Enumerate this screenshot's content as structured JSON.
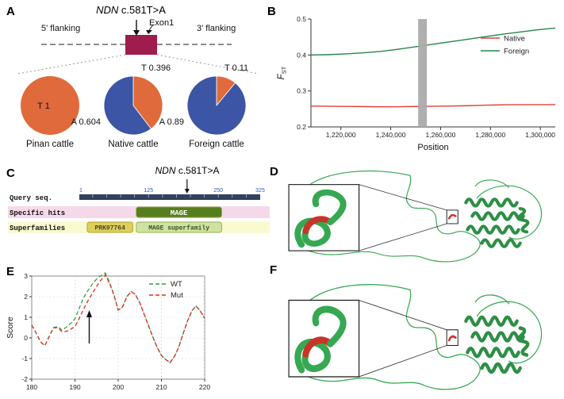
{
  "panels": {
    "A": "A",
    "B": "B",
    "C": "C",
    "D": "D",
    "E": "E",
    "F": "F"
  },
  "mutation": {
    "gene": "NDN",
    "rest": " c.581T>A"
  },
  "panelA": {
    "flank5": "5' flanking",
    "flank3": "3' flanking",
    "exon_label": "Exon1",
    "exon_color": "#9E1C4E",
    "allele_colors": {
      "T": "#E06A3B",
      "A": "#3C55A4"
    },
    "pies": [
      {
        "caption": "Pinan cattle",
        "slices": [
          {
            "allele": "T",
            "freq": "1",
            "value": 1.0
          }
        ]
      },
      {
        "caption": "Native cattle",
        "slices": [
          {
            "allele": "T",
            "freq": "0.396",
            "value": 0.396
          },
          {
            "allele": "A",
            "freq": "0.604",
            "value": 0.604
          }
        ]
      },
      {
        "caption": "Foreign cattle",
        "slices": [
          {
            "allele": "T",
            "freq": "0.11",
            "value": 0.11
          },
          {
            "allele": "A",
            "freq": "0.89",
            "value": 0.89
          }
        ]
      }
    ]
  },
  "chart_data": [
    {
      "id": "fst_scan",
      "type": "line",
      "xlabel": "Position",
      "ylabel_main": "F",
      "ylabel_sub": "ST",
      "xlim": [
        1208000,
        1306000
      ],
      "ylim": [
        0.2,
        0.5
      ],
      "xticks": [
        {
          "v": 1220000,
          "label": "1,220,000"
        },
        {
          "v": 1240000,
          "label": "1,240,000"
        },
        {
          "v": 1260000,
          "label": "1,260,000"
        },
        {
          "v": 1280000,
          "label": "1,280,000"
        },
        {
          "v": 1300000,
          "label": "1,300,000"
        }
      ],
      "yticks": [
        0.2,
        0.3,
        0.4,
        0.5
      ],
      "highlight_band": {
        "x1": 1251000,
        "x2": 1254500,
        "color": "#ABABAB"
      },
      "legend_position": "top-right",
      "series": [
        {
          "name": "Native",
          "color": "#E2403A",
          "x": [
            1208000,
            1215000,
            1222000,
            1229000,
            1236000,
            1243000,
            1250000,
            1257000,
            1264000,
            1271000,
            1278000,
            1285000,
            1292000,
            1299000,
            1306000
          ],
          "y": [
            0.258,
            0.2575,
            0.257,
            0.2565,
            0.256,
            0.2562,
            0.2568,
            0.2575,
            0.258,
            0.259,
            0.2605,
            0.2615,
            0.262,
            0.262,
            0.2618
          ]
        },
        {
          "name": "Foreign",
          "color": "#23874B",
          "x": [
            1208000,
            1215000,
            1222000,
            1229000,
            1236000,
            1243000,
            1250000,
            1257000,
            1264000,
            1271000,
            1278000,
            1285000,
            1292000,
            1299000,
            1306000
          ],
          "y": [
            0.4,
            0.401,
            0.403,
            0.406,
            0.41,
            0.416,
            0.423,
            0.43,
            0.437,
            0.444,
            0.451,
            0.458,
            0.464,
            0.47,
            0.475
          ]
        }
      ]
    },
    {
      "id": "score_profile",
      "type": "line",
      "ylabel": "Score",
      "xlim": [
        180,
        220
      ],
      "ylim": [
        -2,
        3
      ],
      "xticks": [
        180,
        190,
        200,
        210,
        220
      ],
      "yticks": [
        -2,
        -1,
        0,
        1,
        2,
        3
      ],
      "annotation_arrow_x": 193.3,
      "legend_position": "top-right",
      "grid": "dotted",
      "series": [
        {
          "name": "WT",
          "color": "#2FA146",
          "dash": true,
          "x": [
            180,
            181,
            182,
            183,
            184,
            185,
            186,
            187,
            188,
            189,
            190,
            191,
            192,
            193,
            194,
            195,
            196,
            197,
            198,
            199,
            200,
            201,
            202,
            203,
            204,
            205,
            206,
            207,
            208,
            209,
            210,
            211,
            212,
            213,
            214,
            215,
            216,
            217,
            218,
            219,
            220
          ],
          "y": [
            0.62,
            0.25,
            -0.18,
            -0.38,
            0.05,
            0.5,
            0.55,
            0.38,
            0.52,
            0.7,
            0.92,
            1.45,
            1.95,
            2.3,
            2.6,
            2.85,
            3.02,
            3.15,
            2.7,
            2.1,
            1.35,
            1.5,
            2.0,
            2.25,
            2.1,
            1.7,
            1.15,
            0.6,
            0.05,
            -0.45,
            -0.85,
            -1.05,
            -1.2,
            -0.9,
            -0.45,
            0.2,
            0.8,
            1.3,
            1.55,
            1.3,
            0.95
          ]
        },
        {
          "name": "Mut",
          "color": "#DD2F23",
          "dash": true,
          "x": [
            180,
            181,
            182,
            183,
            184,
            185,
            186,
            187,
            188,
            189,
            190,
            191,
            192,
            193,
            194,
            195,
            196,
            197,
            198,
            199,
            200,
            201,
            202,
            203,
            204,
            205,
            206,
            207,
            208,
            209,
            210,
            211,
            212,
            213,
            214,
            215,
            216,
            217,
            218,
            219,
            220
          ],
          "y": [
            0.62,
            0.25,
            -0.18,
            -0.38,
            0.05,
            0.48,
            0.5,
            0.3,
            0.32,
            0.42,
            0.55,
            0.95,
            1.4,
            1.8,
            2.15,
            2.5,
            2.8,
            3.05,
            2.65,
            2.08,
            1.35,
            1.5,
            2.0,
            2.25,
            2.1,
            1.7,
            1.15,
            0.6,
            0.05,
            -0.45,
            -0.85,
            -1.05,
            -1.2,
            -0.9,
            -0.45,
            0.2,
            0.8,
            1.3,
            1.55,
            1.3,
            0.95
          ]
        }
      ]
    }
  ],
  "panelC": {
    "ruler": {
      "start": 1,
      "end": 325,
      "ticks": [
        "1",
        "125",
        "250",
        "325"
      ],
      "tick_values": [
        1,
        125,
        250,
        325
      ],
      "bar_color": "#32415E"
    },
    "rows": [
      {
        "label": "Query seq."
      },
      {
        "label": "Specific hits"
      },
      {
        "label": "Superfamilies"
      }
    ],
    "row_bg": {
      "specific": "#F6D9E9",
      "superfamilies": "#FBF9D0"
    },
    "arrow_residue": 194,
    "domains": {
      "specific": [
        {
          "name": "MAGE",
          "start": 103,
          "end": 256,
          "fill": "#567D1E",
          "border": "#86A93E",
          "text_color": "#FFFFFF"
        }
      ],
      "superfamilies": [
        {
          "name": "PRK07764",
          "start": 15,
          "end": 97,
          "fill": "#DCCF5E",
          "border": "#B5A63D",
          "text_color": "#4A4420"
        },
        {
          "name": "MAGE superfamily",
          "start": 103,
          "end": 256,
          "fill": "#CFE3A0",
          "border": "#93B35A",
          "text_color": "#3D4D1E"
        }
      ]
    }
  },
  "panelD": {
    "structure_color": "#36A852",
    "helix_color": "#2C8F45",
    "mutation_color": "#C9342A"
  },
  "panelF": {
    "structure_color": "#36A852",
    "helix_color": "#2C8F45",
    "mutation_color": "#C9342A"
  }
}
